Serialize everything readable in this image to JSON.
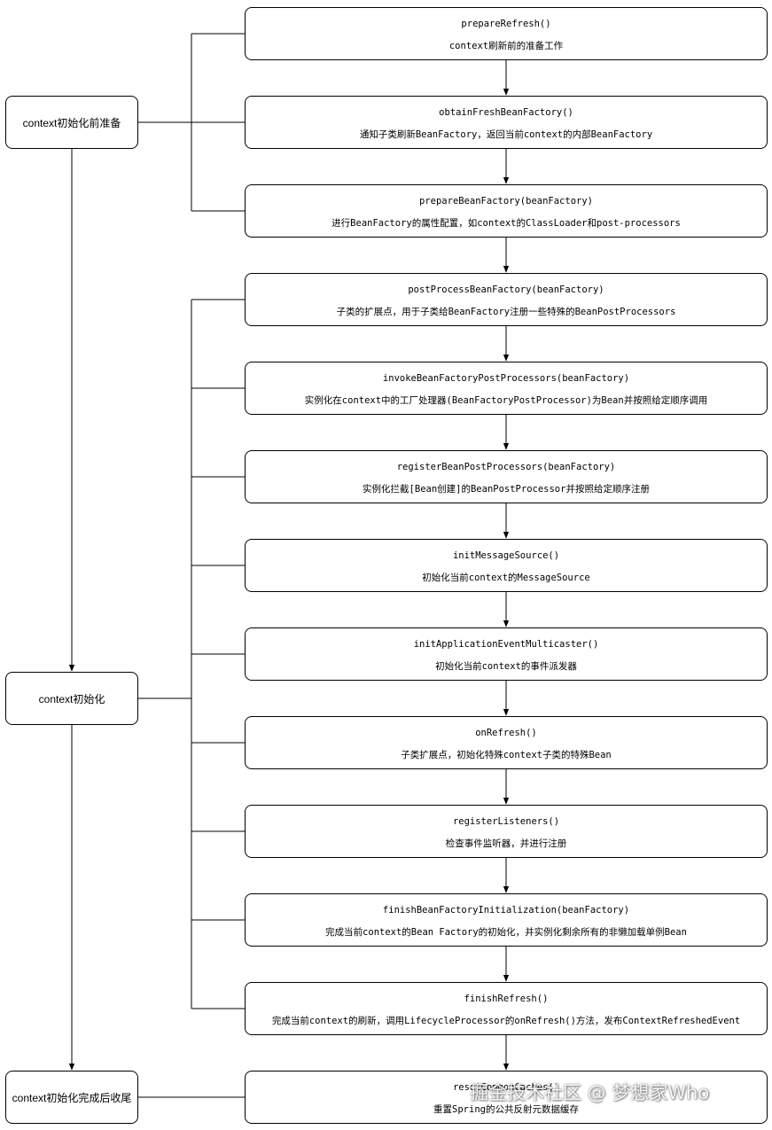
{
  "stages": [
    {
      "id": "pre",
      "label": "context初始化前准备"
    },
    {
      "id": "init",
      "label": "context初始化"
    },
    {
      "id": "post",
      "label": "context初始化完成后收尾"
    }
  ],
  "steps": [
    {
      "method": "prepareRefresh()",
      "desc": "context刷新前的准备工作"
    },
    {
      "method": "obtainFreshBeanFactory()",
      "desc": "通知子类刷新BeanFactory，返回当前context的内部BeanFactory"
    },
    {
      "method": "prepareBeanFactory(beanFactory)",
      "desc": "进行BeanFactory的属性配置，如context的ClassLoader和post-processors"
    },
    {
      "method": "postProcessBeanFactory(beanFactory)",
      "desc": "子类的扩展点，用于子类给BeanFactory注册一些特殊的BeanPostProcessors"
    },
    {
      "method": "invokeBeanFactoryPostProcessors(beanFactory)",
      "desc": "实例化在context中的工厂处理器(BeanFactoryPostProcessor)为Bean并按照给定顺序调用"
    },
    {
      "method": "registerBeanPostProcessors(beanFactory)",
      "desc": "实例化拦截[Bean创建]的BeanPostProcessor并按照给定顺序注册"
    },
    {
      "method": "initMessageSource()",
      "desc": "初始化当前context的MessageSource"
    },
    {
      "method": "initApplicationEventMulticaster()",
      "desc": "初始化当前context的事件派发器"
    },
    {
      "method": "onRefresh()",
      "desc": "子类扩展点，初始化特殊context子类的特殊Bean"
    },
    {
      "method": "registerListeners()",
      "desc": "检查事件监听器，并进行注册"
    },
    {
      "method": "finishBeanFactoryInitialization(beanFactory)",
      "desc": "完成当前context的Bean Factory的初始化，并实例化剩余所有的非懒加载单例Bean"
    },
    {
      "method": "finishRefresh()",
      "desc": "完成当前context的刷新，调用LifecycleProcessor的onRefresh()方法，发布ContextRefreshedEvent"
    },
    {
      "method": "resetCommonCaches()",
      "desc": "重置Spring的公共反射元数据缓存"
    }
  ],
  "watermark": "掘金技术社区 @ 梦想家Who"
}
